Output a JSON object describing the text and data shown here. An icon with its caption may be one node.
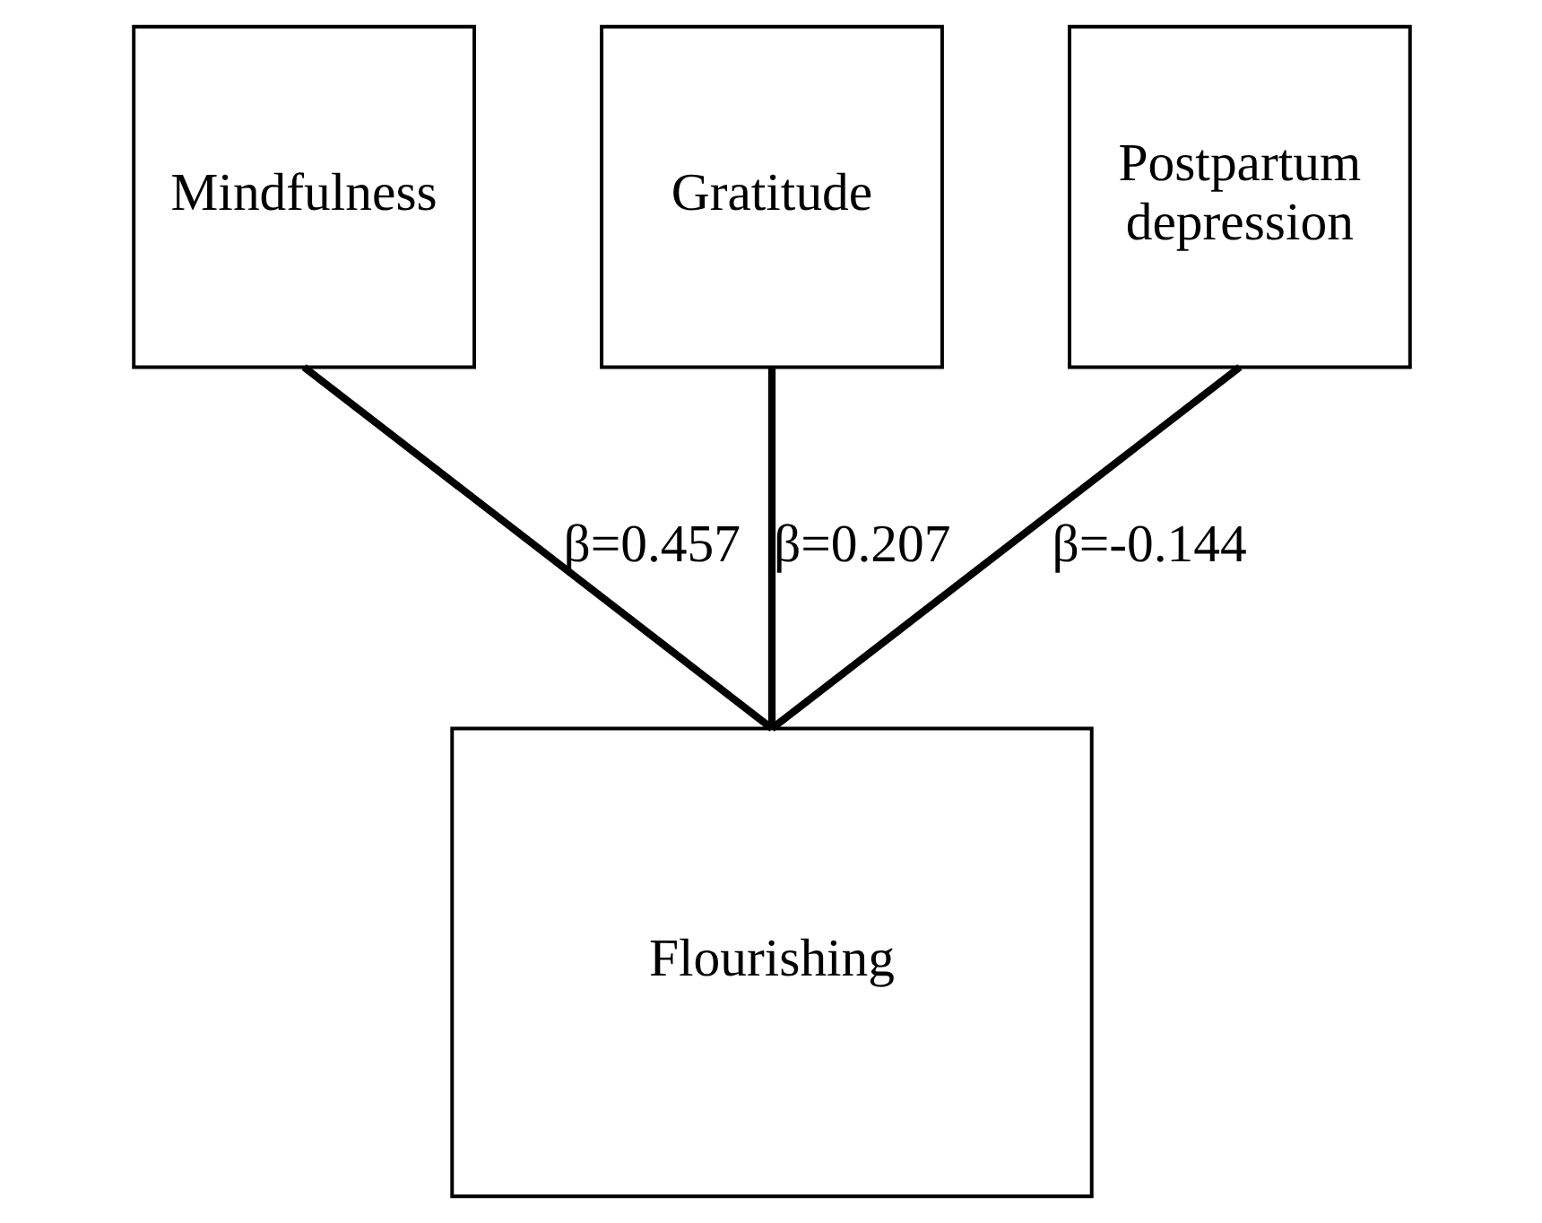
{
  "diagram": {
    "nodes": [
      {
        "text": [
          "Mindfulness"
        ]
      },
      {
        "text": [
          "Gratitude"
        ]
      },
      {
        "text": [
          "Postpartum depression"
        ]
      },
      {
        "text": [
          "Flourishing"
        ]
      }
    ],
    "edges": [
      {
        "from": 0,
        "to": 3,
        "arrow": "none",
        "label": "β=0.457"
      },
      {
        "from": 1,
        "to": 3,
        "arrow": "none",
        "label": "β=0.207"
      },
      {
        "from": 2,
        "to": 3,
        "arrow": "none",
        "label": "β=-0.144"
      }
    ]
  }
}
